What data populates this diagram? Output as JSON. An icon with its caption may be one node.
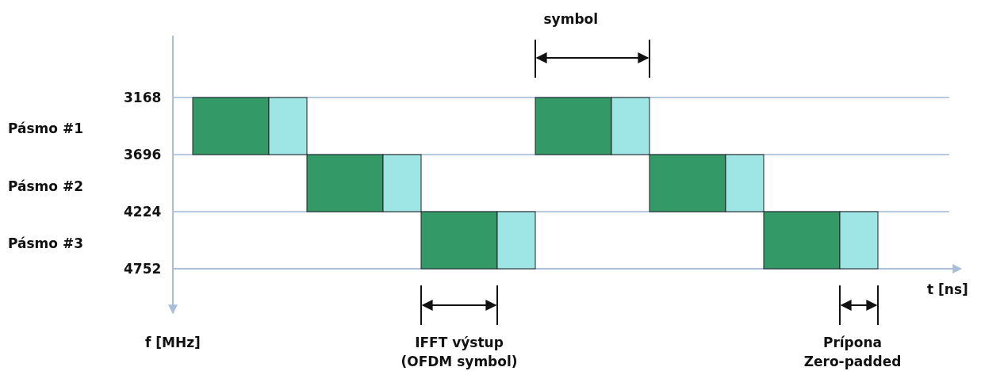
{
  "diagram": {
    "labels": [
      "symbol",
      "3168",
      "Pásmo #1",
      "3696",
      "Pásmo #2",
      "4224",
      "Pásmo #3",
      "4752",
      "t [ns]",
      "f [MHz]",
      "IFFT výstup (OFDM symbol)",
      "Prípona Zero-padded"
    ]
  }
}
